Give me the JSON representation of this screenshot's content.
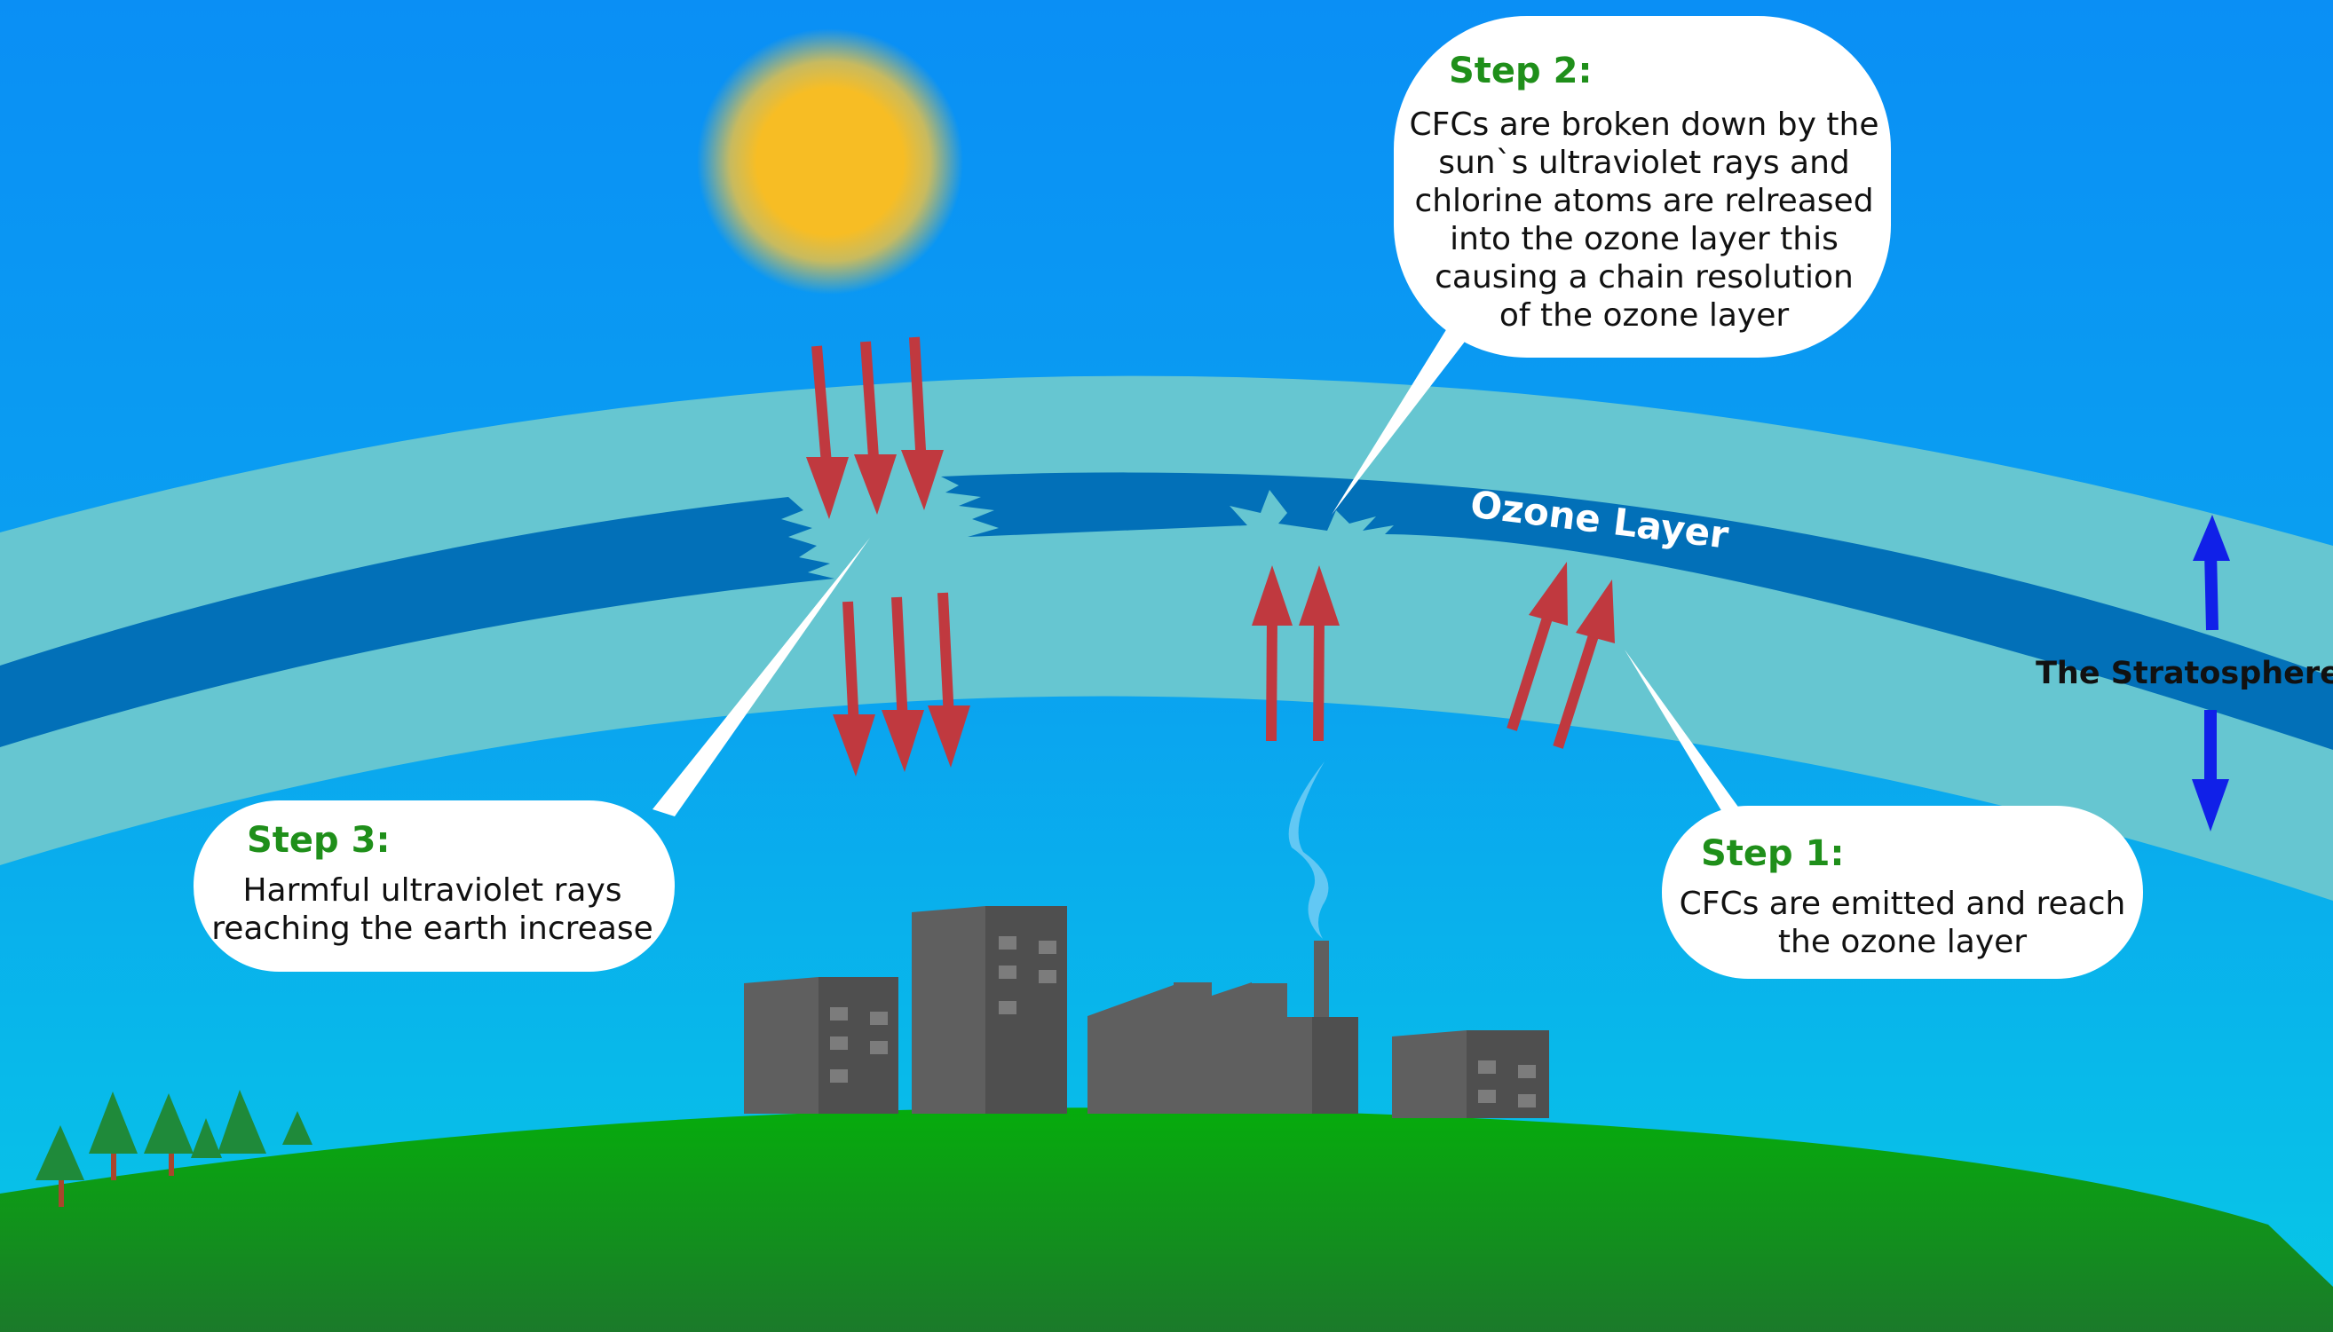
{
  "labels": {
    "ozone_layer": "Ozone Layer",
    "stratosphere": "The Stratosphere"
  },
  "steps": [
    {
      "title": "Step 1:",
      "lines": [
        "CFCs are emitted and reach",
        "the ozone layer"
      ]
    },
    {
      "title": "Step 2:",
      "lines": [
        "CFCs are broken down by the",
        "sun`s ultraviolet rays and",
        "chlorine atoms are relreased",
        "into the ozone layer this",
        "causing a chain resolution",
        "of the ozone layer"
      ]
    },
    {
      "title": "Step 3:",
      "lines": [
        "Harmful ultraviolet rays",
        "reaching the earth increase"
      ]
    }
  ],
  "colors": {
    "sky_top": "#0a94f5",
    "sky_bottom": "#08c2e8",
    "stratosphere_band": "#66c6d1",
    "ozone_layer": "#0270b8",
    "uv_arrows": "#c0393f",
    "stratosphere_arrows": "#1020e8",
    "ground": "#00a512",
    "buildings": "#5f5f5f",
    "step_title": "#1f8f1a",
    "sun": "#f7bd24"
  },
  "icons": [
    "sun-icon",
    "factory-icon",
    "building-icon",
    "tree-icon",
    "smoke-icon"
  ]
}
